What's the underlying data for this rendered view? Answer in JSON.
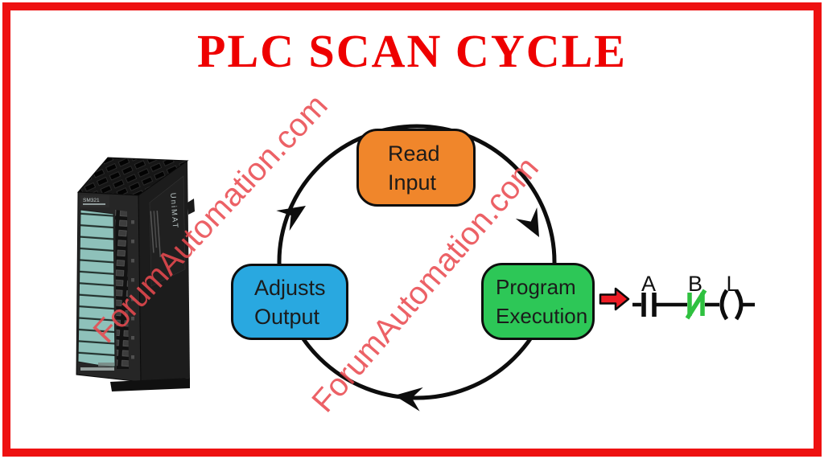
{
  "title": "PLC SCAN CYCLE",
  "watermark": {
    "text": "ForumAutomation.com",
    "color": "#e9494f"
  },
  "palette": {
    "frame_border": "#ee1111",
    "title_red": "#ee0000",
    "read_input_orange": "#f0862b",
    "program_execution_green": "#2dc757",
    "adjusts_output_blue": "#29a8e0",
    "transfer_arrow_red": "#ed1c24",
    "nc_contact_green": "#2fc13f",
    "line_black": "#0d0d0d"
  },
  "plc_module": {
    "model": "SM321",
    "brand": "UniMAT"
  },
  "cycle": {
    "direction": "clockwise",
    "steps": [
      {
        "id": "read-input",
        "line1": "Read",
        "line2": "Input",
        "color": "#f0862b"
      },
      {
        "id": "program-execution",
        "line1": "Program",
        "line2": "Execution",
        "color": "#2dc757"
      },
      {
        "id": "adjusts-output",
        "line1": "Adjusts",
        "line2": "Output",
        "color": "#29a8e0"
      }
    ]
  },
  "ladder": {
    "labels": [
      "A",
      "B",
      "L"
    ],
    "elements": [
      "normally-open-contact",
      "normally-closed-contact",
      "output-coil"
    ]
  }
}
